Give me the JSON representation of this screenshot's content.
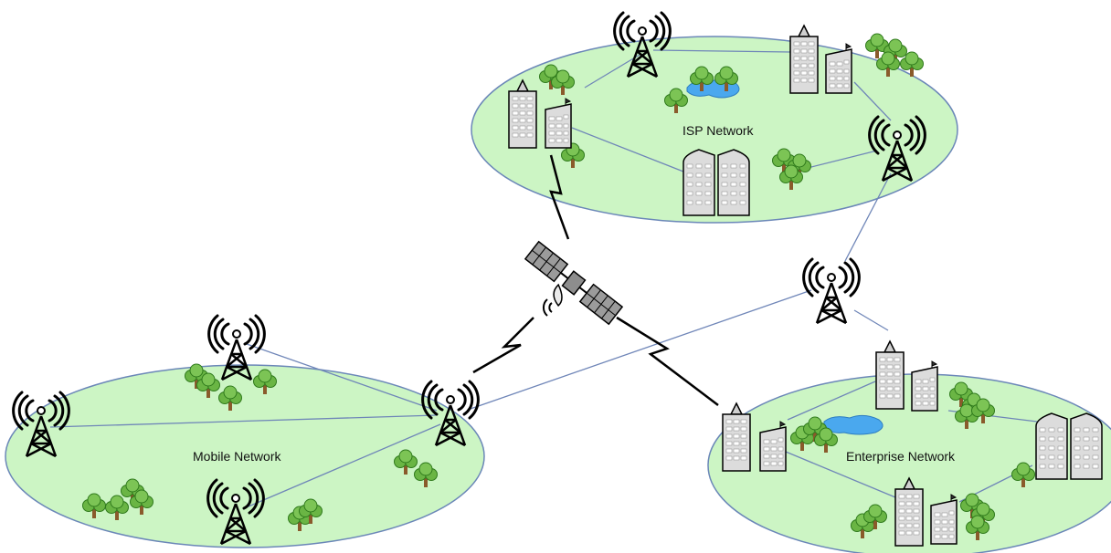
{
  "labels": {
    "isp": "ISP Network",
    "mobile": "Mobile Network",
    "enterprise": "Enterprise Network"
  },
  "colors": {
    "region_fill": "#ccf5c4",
    "region_stroke": "#6b87b8",
    "link": "#6f86b8",
    "water": "#4aa8ee",
    "tree": "#6ab544",
    "trunk": "#8a5a2b",
    "building": "#dcdcdc"
  }
}
